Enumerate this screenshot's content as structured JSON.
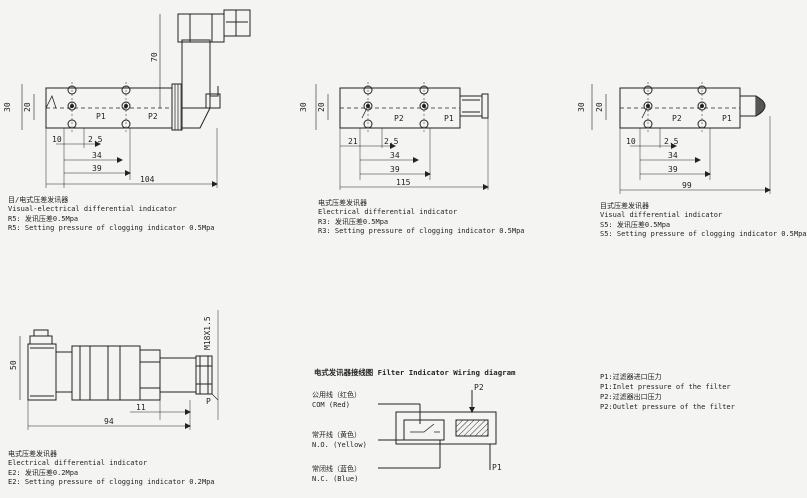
{
  "drawings": {
    "d1": {
      "dims": {
        "h30": "30",
        "h20": "20",
        "h70": "70",
        "w10": "10",
        "w2_5": "2.5",
        "w34": "34",
        "w39": "39",
        "w104": "104"
      },
      "ports": {
        "p1": "P1",
        "p2": "P2"
      },
      "caption": [
        "目/电式压差发讯器",
        "Visual-electrical differential indicator",
        "R5: 发讯压差0.5Mpa",
        "R5: Setting pressure of clogging indicator 0.5Mpa"
      ]
    },
    "d2": {
      "dims": {
        "h30": "30",
        "h20": "20",
        "w21": "21",
        "w2_5": "2.5",
        "w34": "34",
        "w39": "39",
        "w115": "115"
      },
      "ports": {
        "p1": "P1",
        "p2": "P2"
      },
      "caption": [
        "电式压差发讯器",
        "Electrical differential indicator",
        "R3: 发讯压差0.5Mpa",
        "R3: Setting pressure of clogging indicator 0.5Mpa"
      ]
    },
    "d3": {
      "dims": {
        "h30": "30",
        "h20": "20",
        "w10": "10",
        "w2_5": "2.5",
        "w34": "34",
        "w39": "39",
        "w99": "99"
      },
      "ports": {
        "p1": "P1",
        "p2": "P2"
      },
      "caption": [
        "目式压差发讯器",
        "Visual differential indicator",
        "S5: 发讯压差0.5Mpa",
        "S5: Setting pressure of clogging indicator 0.5Mpa"
      ]
    },
    "d4": {
      "dims": {
        "h50": "50",
        "thread": "M18X1.5",
        "w11": "11",
        "w94": "94",
        "p": "P"
      },
      "caption": [
        "电式压差发讯器",
        "Electrical differential indicator",
        "E2: 发讯压差0.2Mpa",
        "E2: Setting pressure of clogging indicator 0.2Mpa"
      ]
    }
  },
  "wiring": {
    "title": "电式发讯器接线图 Filter Indicator Wiring diagram",
    "com_cn": "公用线（红色）",
    "com_en": "COM (Red)",
    "no_cn": "常开线（黄色）",
    "no_en": "N.O. (Yellow)",
    "nc_cn": "常闭线（蓝色）",
    "nc_en": "N.C. (Blue)",
    "p1": "P1",
    "p2": "P2"
  },
  "legend": [
    "P1:过滤器进口压力",
    "P1:Inlet pressure of the filter",
    "P2:过滤器出口压力",
    "P2:Outlet pressure of the filter"
  ]
}
